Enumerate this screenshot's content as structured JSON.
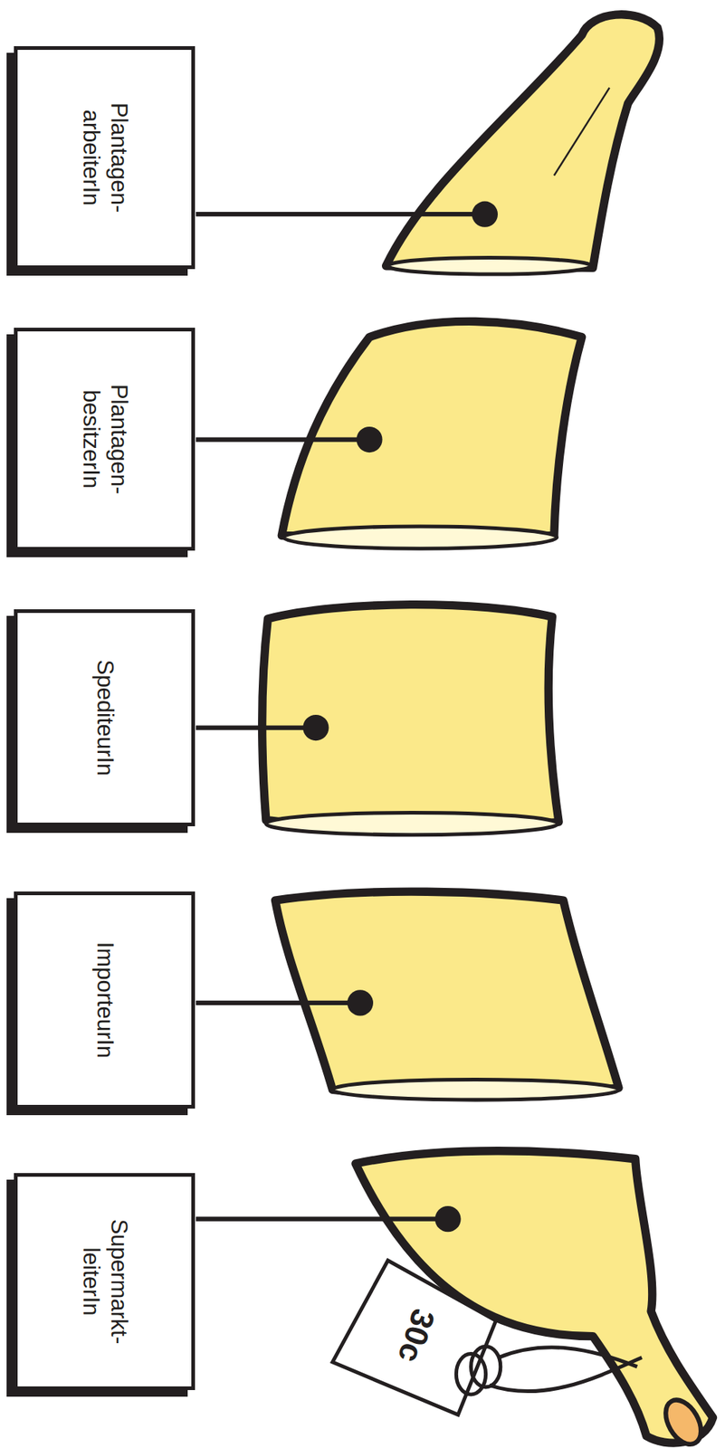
{
  "diagram": {
    "nodes": [
      {
        "text": [
          "Plantagen- arbeiterIn"
        ]
      },
      {
        "text": [
          "Plantagen- besitzerIn"
        ]
      },
      {
        "text": [
          "SpediteurIn"
        ]
      },
      {
        "text": [
          "ImporteurIn"
        ]
      },
      {
        "text": [
          "Supermarkt- leiterIn"
        ]
      }
    ],
    "labels": [
      "30c"
    ]
  }
}
